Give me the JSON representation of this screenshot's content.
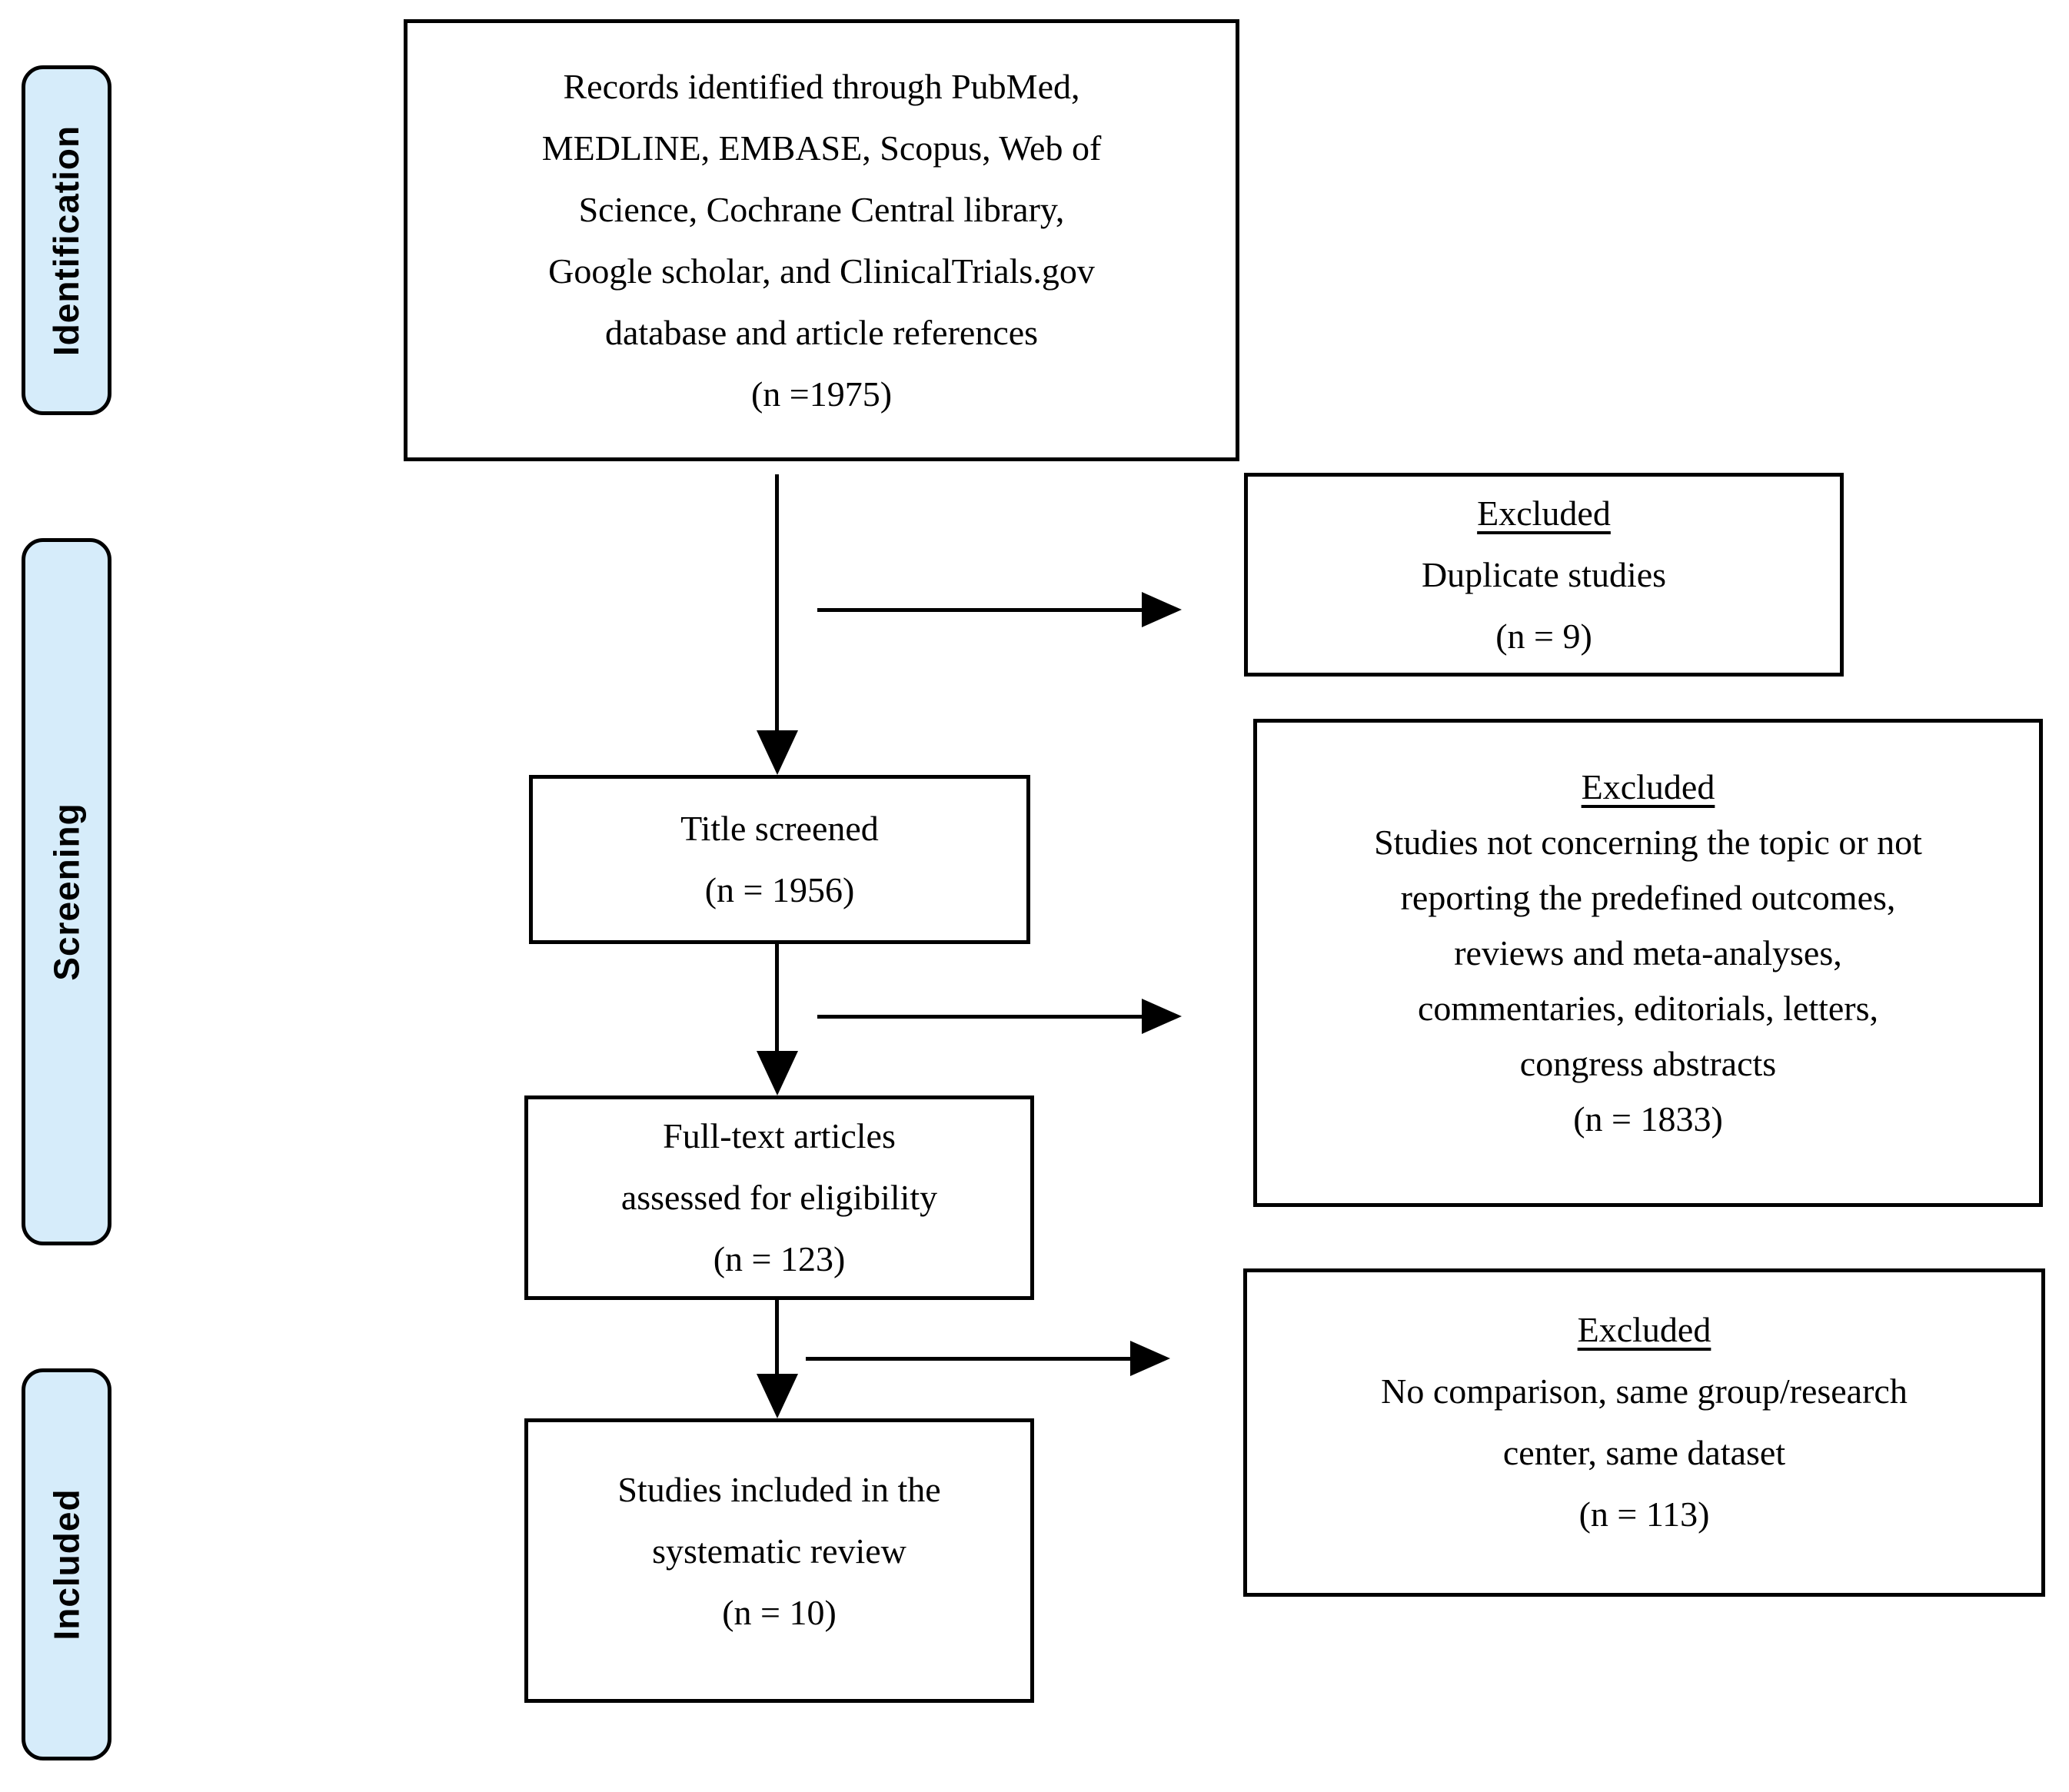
{
  "diagram": {
    "type": "prisma-flow",
    "colors": {
      "stage_fill": "#d6ecfa",
      "box_border": "#000000",
      "background": "#ffffff",
      "text": "#000000"
    }
  },
  "stages": [
    {
      "label": "Identification"
    },
    {
      "label": "Screening"
    },
    {
      "label": "Included"
    }
  ],
  "main_boxes": [
    {
      "id": "records-identified",
      "lines": [
        "Records identified through PubMed,",
        "MEDLINE, EMBASE, Scopus, Web of",
        "Science, Cochrane Central library,",
        "Google scholar, and ClinicalTrials.gov",
        "database and article references",
        "(n =1975)"
      ]
    },
    {
      "id": "title-screened",
      "lines": [
        "Title screened",
        "(n = 1956)"
      ]
    },
    {
      "id": "full-text-assessed",
      "lines": [
        "Full-text articles",
        "assessed for eligibility",
        "(n = 123)"
      ]
    },
    {
      "id": "studies-included",
      "lines": [
        "Studies included in the",
        "systematic review",
        "(n = 10)"
      ]
    }
  ],
  "excluded_boxes": [
    {
      "title": "Excluded",
      "lines": [
        "Duplicate studies",
        "(n = 9)"
      ]
    },
    {
      "title": "Excluded",
      "lines": [
        "Studies not concerning the topic or not",
        "reporting the predefined outcomes,",
        "reviews and meta-analyses,",
        "commentaries, editorials, letters,",
        "congress abstracts",
        "(n = 1833)"
      ]
    },
    {
      "title": "Excluded",
      "lines": [
        "No comparison, same group/research",
        "center, same dataset",
        "(n = 113)"
      ]
    }
  ]
}
